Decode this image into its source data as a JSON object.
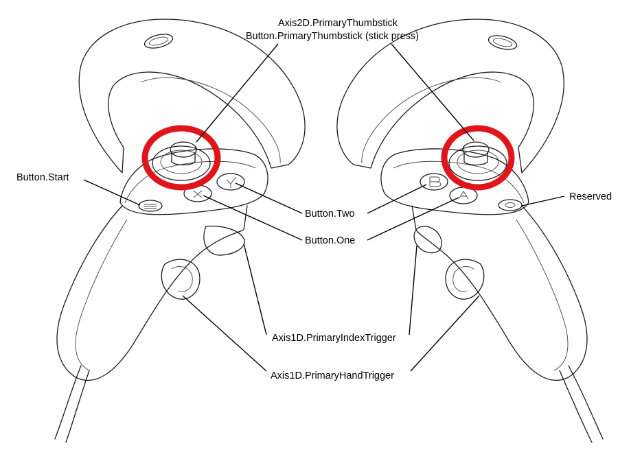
{
  "labels": {
    "thumbstick_axis": "Axis2D.PrimaryThumbstick",
    "thumbstick_press": "Button.PrimaryThumbstick (stick press)",
    "start": "Button.Start",
    "reserved": "Reserved",
    "button_two": "Button.Two",
    "button_one": "Button.One",
    "index_trigger": "Axis1D.PrimaryIndexTrigger",
    "hand_trigger": "Axis1D.PrimaryHandTrigger"
  },
  "colors": {
    "highlight": "#e0151b",
    "outline": "#1a1a1a",
    "leader": "#000000",
    "background": "#ffffff"
  }
}
